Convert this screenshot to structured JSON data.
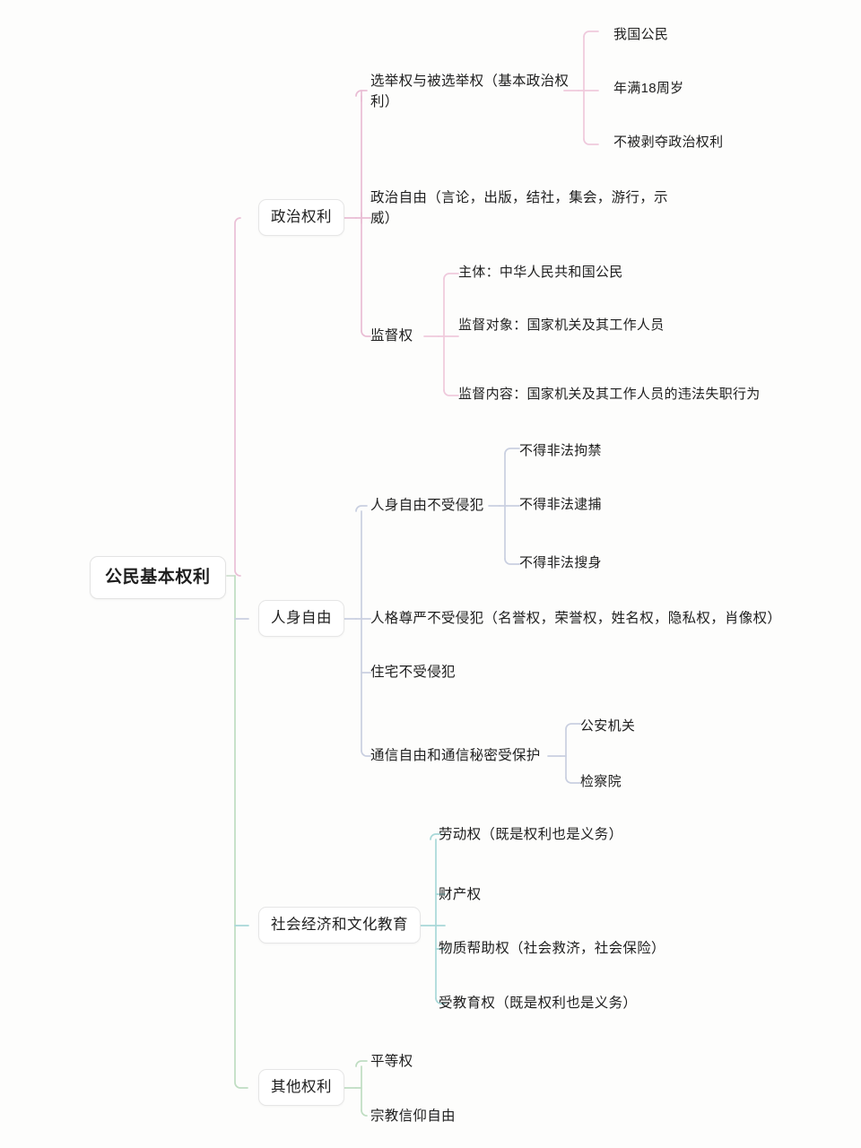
{
  "diagram": {
    "title": "公民基本权利",
    "type": "mind-map",
    "background": "#fdfdfc",
    "root": {
      "label": "公民基本权利"
    },
    "branch_colors": {
      "political": "#e9bdd4",
      "personal": "#c3c6e6",
      "social": "#a5dbdb",
      "other": "#b9ddbd"
    },
    "branches": [
      {
        "id": "political",
        "label": "政治权利",
        "color": "#e9bdd4",
        "children": [
          {
            "label": "选举权与被选举权（基本政治权利）",
            "children": [
              {
                "label": "我国公民"
              },
              {
                "label": "年满18周岁"
              },
              {
                "label": "不被剥夺政治权利"
              }
            ]
          },
          {
            "label": "政治自由（言论，出版，结社，集会，游行，示威）",
            "children": []
          },
          {
            "label": "监督权",
            "children": [
              {
                "label": "主体：中华人民共和国公民"
              },
              {
                "label": "监督对象：国家机关及其工作人员"
              },
              {
                "label": "监督内容：国家机关及其工作人员的违法失职行为"
              }
            ]
          }
        ]
      },
      {
        "id": "personal",
        "label": "人身自由",
        "color": "#c3c6e6",
        "children": [
          {
            "label": "人身自由不受侵犯",
            "children": [
              {
                "label": "不得非法拘禁"
              },
              {
                "label": "不得非法逮捕"
              },
              {
                "label": "不得非法搜身"
              }
            ]
          },
          {
            "label": "人格尊严不受侵犯（名誉权，荣誉权，姓名权，隐私权，肖像权）",
            "children": []
          },
          {
            "label": "住宅不受侵犯",
            "children": []
          },
          {
            "label": "通信自由和通信秘密受保护",
            "children": [
              {
                "label": "公安机关"
              },
              {
                "label": "检察院"
              }
            ]
          }
        ]
      },
      {
        "id": "social",
        "label": "社会经济和文化教育",
        "color": "#a5dbdb",
        "children": [
          {
            "label": "劳动权（既是权利也是义务）",
            "children": []
          },
          {
            "label": "财产权",
            "children": []
          },
          {
            "label": "物质帮助权（社会救济，社会保险）",
            "children": []
          },
          {
            "label": "受教育权（既是权利也是义务）",
            "children": []
          }
        ]
      },
      {
        "id": "other",
        "label": "其他权利",
        "color": "#b9ddbd",
        "children": [
          {
            "label": "平等权",
            "children": []
          },
          {
            "label": "宗教信仰自由",
            "children": []
          }
        ]
      }
    ]
  }
}
